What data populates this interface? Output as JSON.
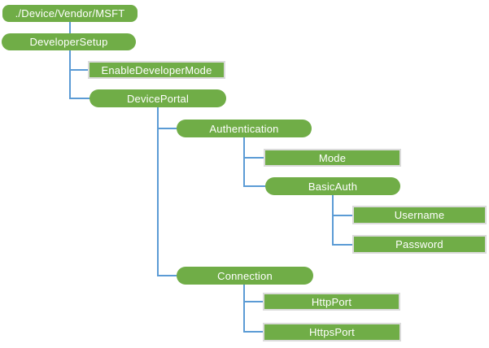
{
  "diagram": {
    "nodes": {
      "root": {
        "label": "./Device/Vendor/MSFT",
        "shape": "rounded",
        "children": [
          "developer_setup"
        ]
      },
      "developer_setup": {
        "label": "DeveloperSetup",
        "shape": "pill",
        "children": [
          "enable_developer_mode",
          "device_portal"
        ]
      },
      "enable_developer_mode": {
        "label": "EnableDeveloperMode",
        "shape": "rect",
        "children": []
      },
      "device_portal": {
        "label": "DevicePortal",
        "shape": "pill",
        "children": [
          "authentication",
          "connection"
        ]
      },
      "authentication": {
        "label": "Authentication",
        "shape": "pill",
        "children": [
          "mode",
          "basic_auth"
        ]
      },
      "mode": {
        "label": "Mode",
        "shape": "rect",
        "children": []
      },
      "basic_auth": {
        "label": "BasicAuth",
        "shape": "pill",
        "children": [
          "username",
          "password"
        ]
      },
      "username": {
        "label": "Username",
        "shape": "rect",
        "children": []
      },
      "password": {
        "label": "Password",
        "shape": "rect",
        "children": []
      },
      "connection": {
        "label": "Connection",
        "shape": "pill",
        "children": [
          "http_port",
          "https_port"
        ]
      },
      "http_port": {
        "label": "HttpPort",
        "shape": "rect",
        "children": []
      },
      "https_port": {
        "label": "HttpsPort",
        "shape": "rect",
        "children": []
      }
    },
    "colors": {
      "node_fill": "#70AD47",
      "node_text": "#FFFFFF",
      "connector": "#5B9BD5",
      "leaf_border": "#DBDBDB",
      "background": "#FFFFFF"
    }
  }
}
